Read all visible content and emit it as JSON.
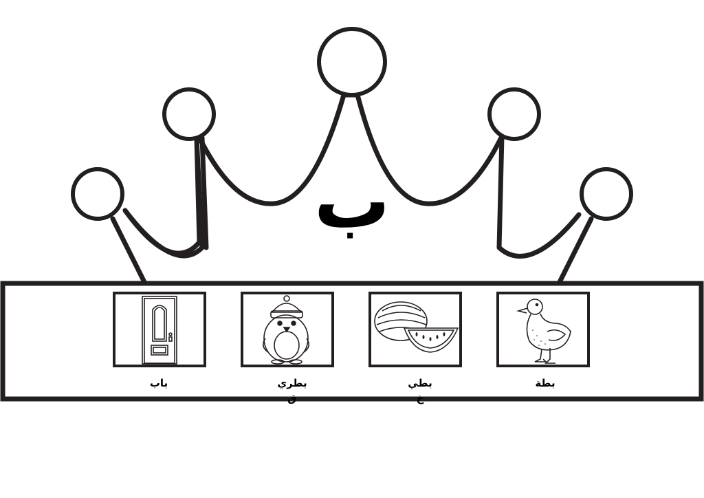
{
  "worksheet": {
    "letter": "ب",
    "cards": [
      {
        "icon": "door-icon",
        "word_line1": "باب",
        "word_line2": ""
      },
      {
        "icon": "penguin-icon",
        "word_line1": "بطري",
        "word_line2": "ق"
      },
      {
        "icon": "watermelon-icon",
        "word_line1": "بطي",
        "word_line2": "خ"
      },
      {
        "icon": "duck-icon",
        "word_line1": "بطة",
        "word_line2": ""
      }
    ]
  }
}
